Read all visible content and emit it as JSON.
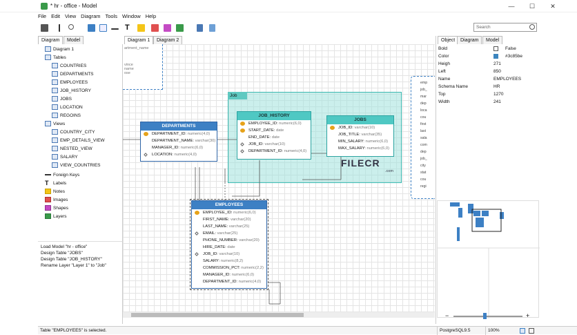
{
  "window": {
    "title": "* hr - office - Model",
    "minimize": "—",
    "maximize": "☐",
    "close": "✕"
  },
  "menu": [
    "File",
    "Edit",
    "View",
    "Diagram",
    "Tools",
    "Window",
    "Help"
  ],
  "search": {
    "placeholder": "Search"
  },
  "left_tabs": [
    "Diagram",
    "Model"
  ],
  "tree": [
    {
      "label": "Diagram 1",
      "indent": 0,
      "icon": "diagram-icon"
    },
    {
      "label": "Tables",
      "indent": 0,
      "icon": "table-icon"
    },
    {
      "label": "COUNTRIES",
      "indent": 1,
      "icon": "table-icon"
    },
    {
      "label": "DEPARTMENTS",
      "indent": 1,
      "icon": "table-icon"
    },
    {
      "label": "EMPLOYEES",
      "indent": 1,
      "icon": "table-icon"
    },
    {
      "label": "JOB_HISTORY",
      "indent": 1,
      "icon": "table-icon"
    },
    {
      "label": "JOBS",
      "indent": 1,
      "icon": "table-icon"
    },
    {
      "label": "LOCATION",
      "indent": 1,
      "icon": "table-icon"
    },
    {
      "label": "REGOINS",
      "indent": 1,
      "icon": "table-icon"
    },
    {
      "label": "Views",
      "indent": 0,
      "icon": "view-icon"
    },
    {
      "label": "COUNTRY_CITY",
      "indent": 1,
      "icon": "view-icon"
    },
    {
      "label": "EMP_DETAILS_VIEW",
      "indent": 1,
      "icon": "view-icon"
    },
    {
      "label": "NESTED_VIEW",
      "indent": 1,
      "icon": "view-icon"
    },
    {
      "label": "SALARY",
      "indent": 1,
      "icon": "view-icon"
    },
    {
      "label": "VIEW_COUNTRIES",
      "indent": 1,
      "icon": "view-icon"
    },
    {
      "label": "Foreign Keys",
      "indent": 0,
      "icon": "foreign-key-icon"
    },
    {
      "label": "Labels",
      "indent": 0,
      "icon": "label-icon"
    },
    {
      "label": "Notes",
      "indent": 0,
      "icon": "note-icon"
    },
    {
      "label": "Images",
      "indent": 0,
      "icon": "image-icon"
    },
    {
      "label": "Shapes",
      "indent": 0,
      "icon": "shape-icon"
    },
    {
      "label": "Layers",
      "indent": 0,
      "icon": "layer-icon"
    }
  ],
  "log": [
    "Load Model \"hr - office\"",
    "Design Table \"JOBS\"",
    "Design Table \"JOB_HISTORY\"",
    "Rename Layer \"Layer 1\" to \"Job\""
  ],
  "diagram_tabs": [
    "Diagram 1",
    "Diagram 2"
  ],
  "layer_label": "Job",
  "partial_entity_text": [
    "artment_name",
    "vince",
    "name",
    "ose"
  ],
  "entities": {
    "departments": {
      "title": "DEPARTMENTS",
      "cols": [
        {
          "name": "DEPARTMENT_ID:",
          "type": "numeric(4,0)",
          "mark": "key"
        },
        {
          "name": "DEPARTMENT_NAME:",
          "type": "varchar(30)",
          "mark": ""
        },
        {
          "name": "MANAGER_ID:",
          "type": "numeric(6,0)",
          "mark": ""
        },
        {
          "name": "LOCATION:",
          "type": "numeric(4,0)",
          "mark": "dia"
        }
      ]
    },
    "job_history": {
      "title": "JOB_HISTORY",
      "cols": [
        {
          "name": "EMPLOYEE_ID:",
          "type": "numeric(6,0)",
          "mark": "key"
        },
        {
          "name": "START_DATE:",
          "type": "date",
          "mark": "key"
        },
        {
          "name": "END_DATE:",
          "type": "date",
          "mark": ""
        },
        {
          "name": "JOB_ID:",
          "type": "varchar(10)",
          "mark": "dia"
        },
        {
          "name": "DEPARTMENT_ID:",
          "type": "numeric(4,0)",
          "mark": "dia"
        }
      ]
    },
    "jobs": {
      "title": "JOBS",
      "cols": [
        {
          "name": "JOB_ID:",
          "type": "varchar(10)",
          "mark": "key"
        },
        {
          "name": "JOB_TITLE:",
          "type": "varchar(35)",
          "mark": ""
        },
        {
          "name": "MIN_SALARY:",
          "type": "numeric(6,0)",
          "mark": ""
        },
        {
          "name": "MAX_SALARY:",
          "type": "numeric(6,0)",
          "mark": ""
        }
      ]
    },
    "employees": {
      "title": "EMPLOYEES",
      "cols": [
        {
          "name": "EMPLOYEE_ID:",
          "type": "numeric(6,0)",
          "mark": "key"
        },
        {
          "name": "FIRST_NAME:",
          "type": "varchar(20)",
          "mark": ""
        },
        {
          "name": "LAST_NAME:",
          "type": "varchar(25)",
          "mark": ""
        },
        {
          "name": "EMAIL:",
          "type": "varchar(25)",
          "mark": "dia"
        },
        {
          "name": "PHONE_NUMBER:",
          "type": "varchar(20)",
          "mark": ""
        },
        {
          "name": "HIRE_DATE:",
          "type": "date",
          "mark": ""
        },
        {
          "name": "JOB_ID:",
          "type": "varchar(10)",
          "mark": "dia"
        },
        {
          "name": "SALARY:",
          "type": "numeric(8,2)",
          "mark": ""
        },
        {
          "name": "COMMISSION_PCT:",
          "type": "numeric(2,2)",
          "mark": ""
        },
        {
          "name": "MANAGER_ID:",
          "type": "numeric(6,0)",
          "mark": ""
        },
        {
          "name": "DEPARTMENT_ID:",
          "type": "numeric(4,0)",
          "mark": ""
        }
      ]
    }
  },
  "watermark": {
    "text": "FILECR",
    "sub": ".com"
  },
  "right_tabs": [
    "Object",
    "Diagram",
    "Model"
  ],
  "props": [
    {
      "k": "Bold",
      "v": "False"
    },
    {
      "k": "Color",
      "v": "#3c85be"
    },
    {
      "k": "Heigh",
      "v": "271"
    },
    {
      "k": "Left",
      "v": "850"
    },
    {
      "k": "Name",
      "v": "EMPLOYEES"
    },
    {
      "k": "Schema Name",
      "v": "HR"
    },
    {
      "k": "Top",
      "v": "1270"
    },
    {
      "k": "Width",
      "v": "241"
    }
  ],
  "partial_view_text": [
    "emp",
    "job_",
    "mar",
    "dep",
    "loca",
    "cou",
    "first",
    "last",
    "sala",
    "com",
    "dep",
    "job_",
    "city",
    "stat",
    "cou",
    "regi"
  ],
  "status": {
    "message": "Table \"EMPLOYEES\" is selected.",
    "db": "PostgreSQL9.5",
    "zoom": "100%"
  },
  "colors": {
    "entity_header": "#3d80c4",
    "layer_fill": "#a0e2dc",
    "selected_color": "#3c85be"
  }
}
